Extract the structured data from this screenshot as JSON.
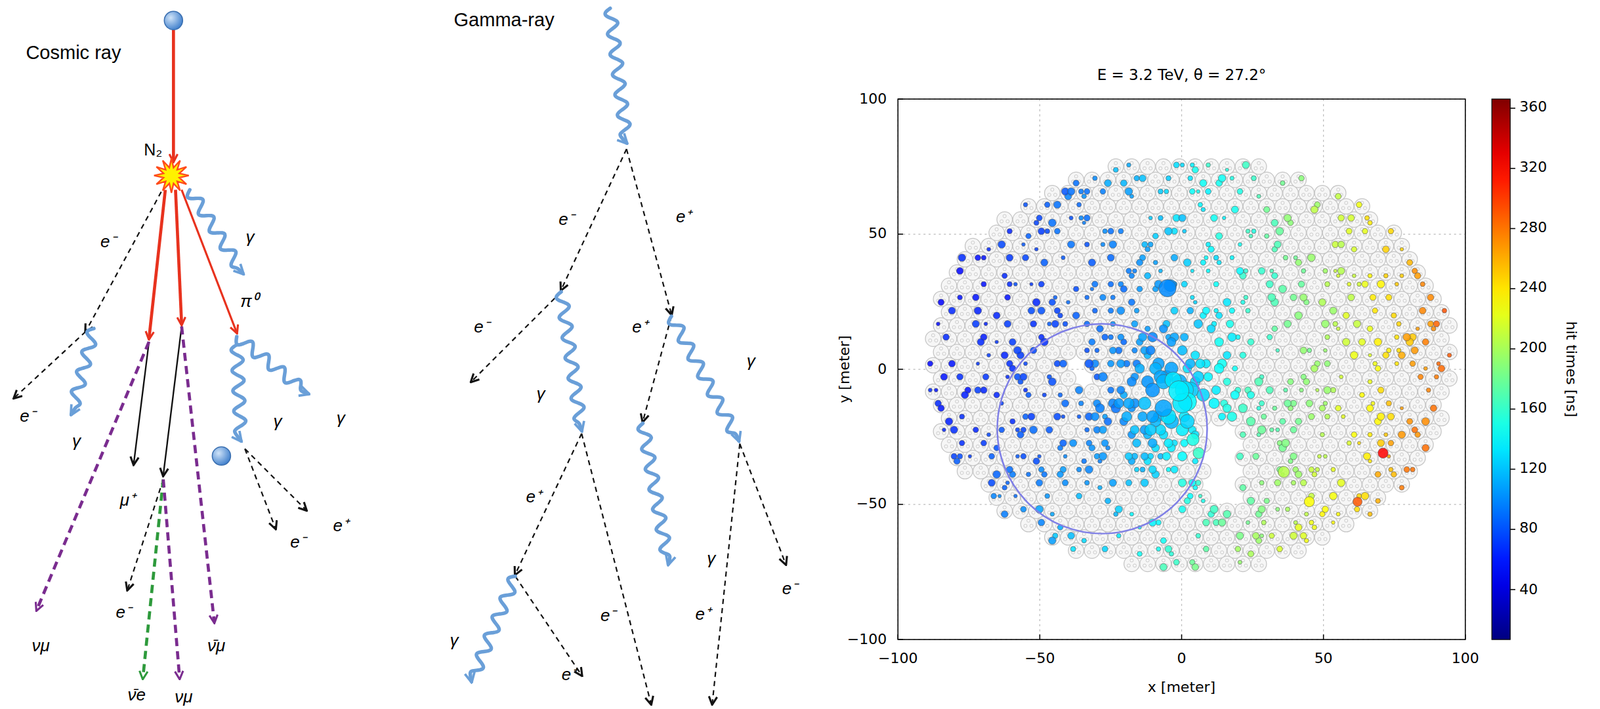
{
  "diagram": {
    "labels": [
      "Cosmic ray",
      "N₂",
      "e⁻",
      "γ",
      "π⁰",
      "e⁻",
      "γ",
      "γ",
      "γ",
      "μ⁺",
      "e⁻",
      "e⁺",
      "e⁻",
      "νμ",
      "ν̄μ",
      "ν̄e",
      "νμ",
      "Gamma-ray",
      "e⁻",
      "e⁺",
      "e⁻",
      "γ",
      "e⁺",
      "γ",
      "e⁺",
      "γ",
      "e⁻",
      "γ",
      "e⁻",
      "e⁺",
      "e⁺",
      "E = 3.2 TeV, θ = 27.2°",
      "100",
      "50",
      "0",
      "−50",
      "−100",
      "−100",
      "−50",
      "0",
      "50",
      "100",
      "x [meter]",
      "y [meter]",
      "360",
      "320",
      "280",
      "240",
      "200",
      "160",
      "120",
      "80",
      "40",
      "hit times [ns]"
    ]
  }
}
